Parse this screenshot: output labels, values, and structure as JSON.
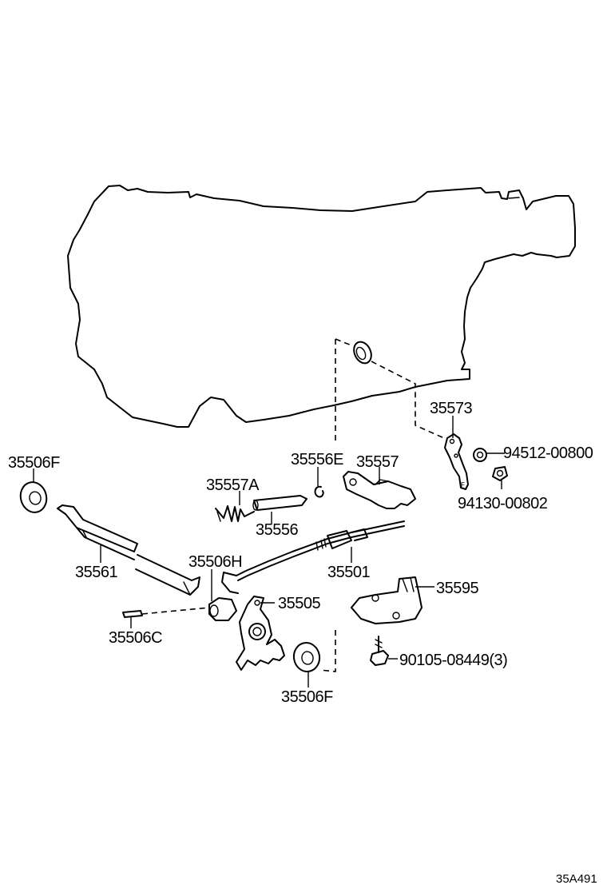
{
  "diagram_code": "35A491",
  "labels": {
    "p35573": "35573",
    "p94512_00800": "94512-00800",
    "p94130_00802": "94130-00802",
    "p35506F_left": "35506F",
    "p35556E": "35556E",
    "p35557": "35557",
    "p35557A": "35557A",
    "p35556": "35556",
    "p35561": "35561",
    "p35506H": "35506H",
    "p35501": "35501",
    "p35595": "35595",
    "p35505": "35505",
    "p35506C": "35506C",
    "p90105_08449": "90105-08449(3)",
    "p35506F_bottom": "35506F"
  },
  "marks": {
    "bracket_letter": "F"
  }
}
